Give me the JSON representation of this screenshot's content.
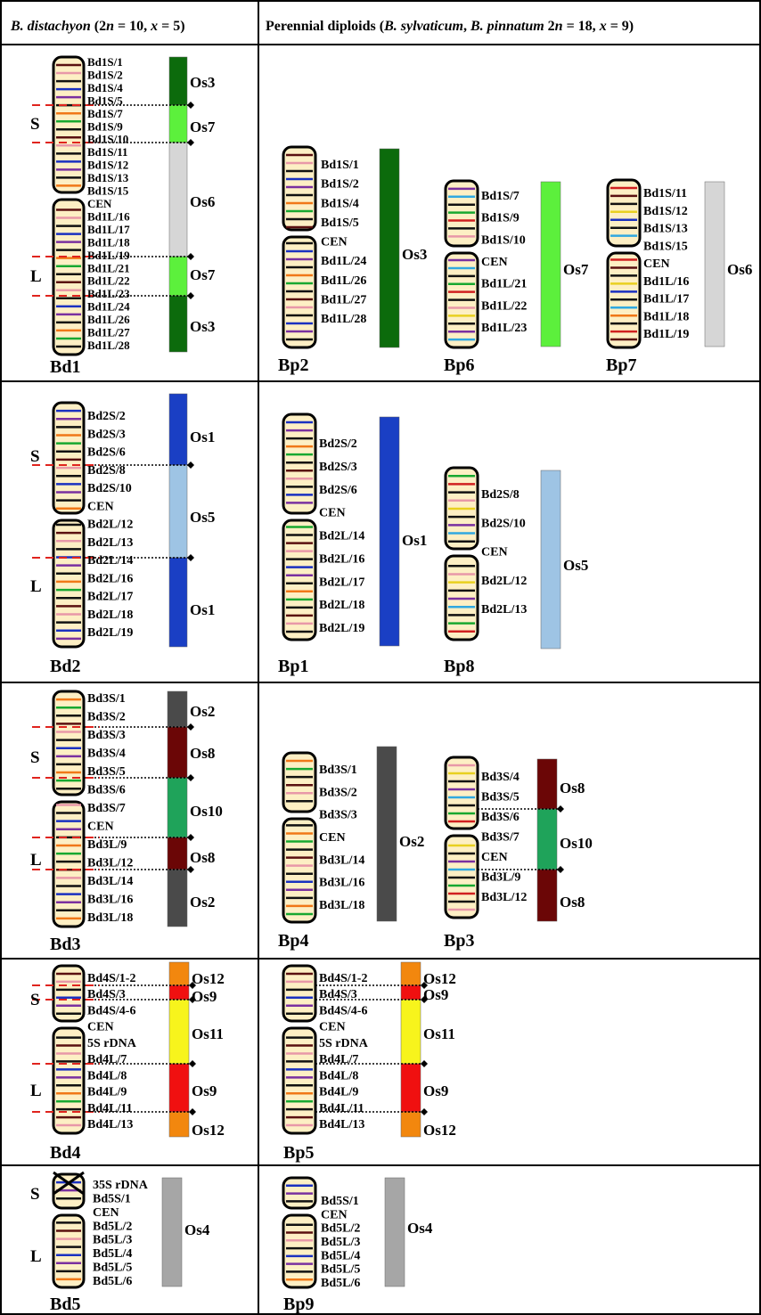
{
  "header": {
    "left": [
      "B. distachyon",
      " (2",
      "n",
      " = 10, ",
      "x",
      " = 5)"
    ],
    "right": [
      "Perennial diploids (",
      "B. sylvaticum",
      ", ",
      "B. pinnatum",
      " 2",
      "n",
      " = 18, ",
      "x",
      " = 9)"
    ]
  },
  "colors": {
    "Os1": "#1a3fc4",
    "Os2": "#4a4a4a",
    "Os3": "#0c6b0c",
    "Os4": "#a6a6a6",
    "Os5": "#9ec4e4",
    "Os6": "#d6d6d6",
    "Os7": "#5cf03c",
    "Os8": "#6b0606",
    "Os9": "#f01010",
    "Os10": "#1fa35a",
    "Os11": "#f7f41c",
    "Os12": "#f2870e",
    "chromosome_fill": "#fdefc4",
    "breakpoint_line": "#e0241e"
  },
  "rows": [
    {
      "left": {
        "chromosomes": [
          {
            "name": "Bd1",
            "arm_labels": [
              "S",
              "L"
            ],
            "bands": [
              "Bd1S/1",
              "Bd1S/2",
              "Bd1S/4",
              "Bd1S/5",
              "Bd1S/7",
              "Bd1S/9",
              "Bd1S/10",
              "Bd1S/11",
              "Bd1S/12",
              "Bd1S/13",
              "Bd1S/15",
              "CEN",
              "Bd1L/16",
              "Bd1L/17",
              "Bd1L/18",
              "Bd1L/19",
              "Bd1L/21",
              "Bd1L/22",
              "Bd1L/23",
              "Bd1L/24",
              "Bd1L/26",
              "Bd1L/27",
              "Bd1L/28"
            ],
            "blocks": [
              "Os3",
              "Os7",
              "Os6",
              "Os7",
              "Os3"
            ]
          }
        ]
      },
      "right": {
        "chromosomes": [
          {
            "name": "Bp2",
            "bands": [
              "Bd1S/1",
              "Bd1S/2",
              "Bd1S/4",
              "Bd1S/5",
              "CEN",
              "Bd1L/24",
              "Bd1L/26",
              "Bd1L/27",
              "Bd1L/28"
            ],
            "blocks": [
              "Os3"
            ]
          },
          {
            "name": "Bp6",
            "bands": [
              "Bd1S/7",
              "Bd1S/9",
              "Bd1S/10",
              "CEN",
              "Bd1L/21",
              "Bd1L/22",
              "Bd1L/23"
            ],
            "blocks": [
              "Os7"
            ]
          },
          {
            "name": "Bp7",
            "bands": [
              "Bd1S/11",
              "Bd1S/12",
              "Bd1S/13",
              "Bd1S/15",
              "CEN",
              "Bd1L/16",
              "Bd1L/17",
              "Bd1L/18",
              "Bd1L/19"
            ],
            "blocks": [
              "Os6"
            ]
          }
        ]
      }
    },
    {
      "left": {
        "chromosomes": [
          {
            "name": "Bd2",
            "arm_labels": [
              "S",
              "L"
            ],
            "bands": [
              "Bd2S/2",
              "Bd2S/3",
              "Bd2S/6",
              "Bd2S/8",
              "Bd2S/10",
              "CEN",
              "Bd2L/12",
              "Bd2L/13",
              "Bd2L/14",
              "Bd2L/16",
              "Bd2L/17",
              "Bd2L/18",
              "Bd2L/19"
            ],
            "blocks": [
              "Os1",
              "Os5",
              "Os1"
            ]
          }
        ]
      },
      "right": {
        "chromosomes": [
          {
            "name": "Bp1",
            "bands": [
              "Bd2S/2",
              "Bd2S/3",
              "Bd2S/6",
              "CEN",
              "Bd2L/14",
              "Bd2L/16",
              "Bd2L/17",
              "Bd2L/18",
              "Bd2L/19"
            ],
            "blocks": [
              "Os1"
            ]
          },
          {
            "name": "Bp8",
            "bands": [
              "Bd2S/8",
              "Bd2S/10",
              "CEN",
              "Bd2L/12",
              "Bd2L/13"
            ],
            "blocks": [
              "Os5"
            ]
          }
        ]
      }
    },
    {
      "left": {
        "chromosomes": [
          {
            "name": "Bd3",
            "arm_labels": [
              "S",
              "L"
            ],
            "bands": [
              "Bd3S/1",
              "Bd3S/2",
              "Bd3S/3",
              "Bd3S/4",
              "Bd3S/5",
              "Bd3S/6",
              "Bd3S/7",
              "CEN",
              "Bd3L/9",
              "Bd3L/12",
              "Bd3L/14",
              "Bd3L/16",
              "Bd3L/18"
            ],
            "blocks": [
              "Os2",
              "Os8",
              "Os10",
              "Os8",
              "Os2"
            ]
          }
        ]
      },
      "right": {
        "chromosomes": [
          {
            "name": "Bp4",
            "bands": [
              "Bd3S/1",
              "Bd3S/2",
              "Bd3S/3",
              "CEN",
              "Bd3L/14",
              "Bd3L/16",
              "Bd3L/18"
            ],
            "blocks": [
              "Os2"
            ]
          },
          {
            "name": "Bp3",
            "bands": [
              "Bd3S/4",
              "Bd3S/5",
              "Bd3S/6",
              "Bd3S/7",
              "CEN",
              "Bd3L/9",
              "Bd3L/12"
            ],
            "blocks": [
              "Os8",
              "Os10",
              "Os8"
            ]
          }
        ]
      }
    },
    {
      "left": {
        "chromosomes": [
          {
            "name": "Bd4",
            "arm_labels": [
              "S",
              "L"
            ],
            "bands": [
              "Bd4S/1-2",
              "Bd4S/3",
              "Bd4S/4-6",
              "CEN",
              "5S rDNA",
              "Bd4L/7",
              "Bd4L/8",
              "Bd4L/9",
              "Bd4L/11",
              "Bd4L/13"
            ],
            "blocks": [
              "Os12",
              "Os9",
              "Os11",
              "Os9",
              "Os12"
            ]
          }
        ]
      },
      "right": {
        "chromosomes": [
          {
            "name": "Bp5",
            "bands": [
              "Bd4S/1-2",
              "Bd4S/3",
              "Bd4S/4-6",
              "CEN",
              "5S rDNA",
              "Bd4L/7",
              "Bd4L/8",
              "Bd4L/9",
              "Bd4L/11",
              "Bd4L/13"
            ],
            "blocks": [
              "Os12",
              "Os9",
              "Os11",
              "Os9",
              "Os12"
            ]
          }
        ]
      }
    },
    {
      "left": {
        "chromosomes": [
          {
            "name": "Bd5",
            "arm_labels": [
              "S",
              "L"
            ],
            "bands": [
              "35S rDNA",
              "Bd5S/1",
              "CEN",
              "Bd5L/2",
              "Bd5L/3",
              "Bd5L/4",
              "Bd5L/5",
              "Bd5L/6"
            ],
            "blocks": [
              "Os4"
            ]
          }
        ]
      },
      "right": {
        "chromosomes": [
          {
            "name": "Bp9",
            "bands": [
              "Bd5S/1",
              "CEN",
              "Bd5L/2",
              "Bd5L/3",
              "Bd5L/4",
              "Bd5L/5",
              "Bd5L/6"
            ],
            "blocks": [
              "Os4"
            ]
          }
        ]
      }
    }
  ]
}
